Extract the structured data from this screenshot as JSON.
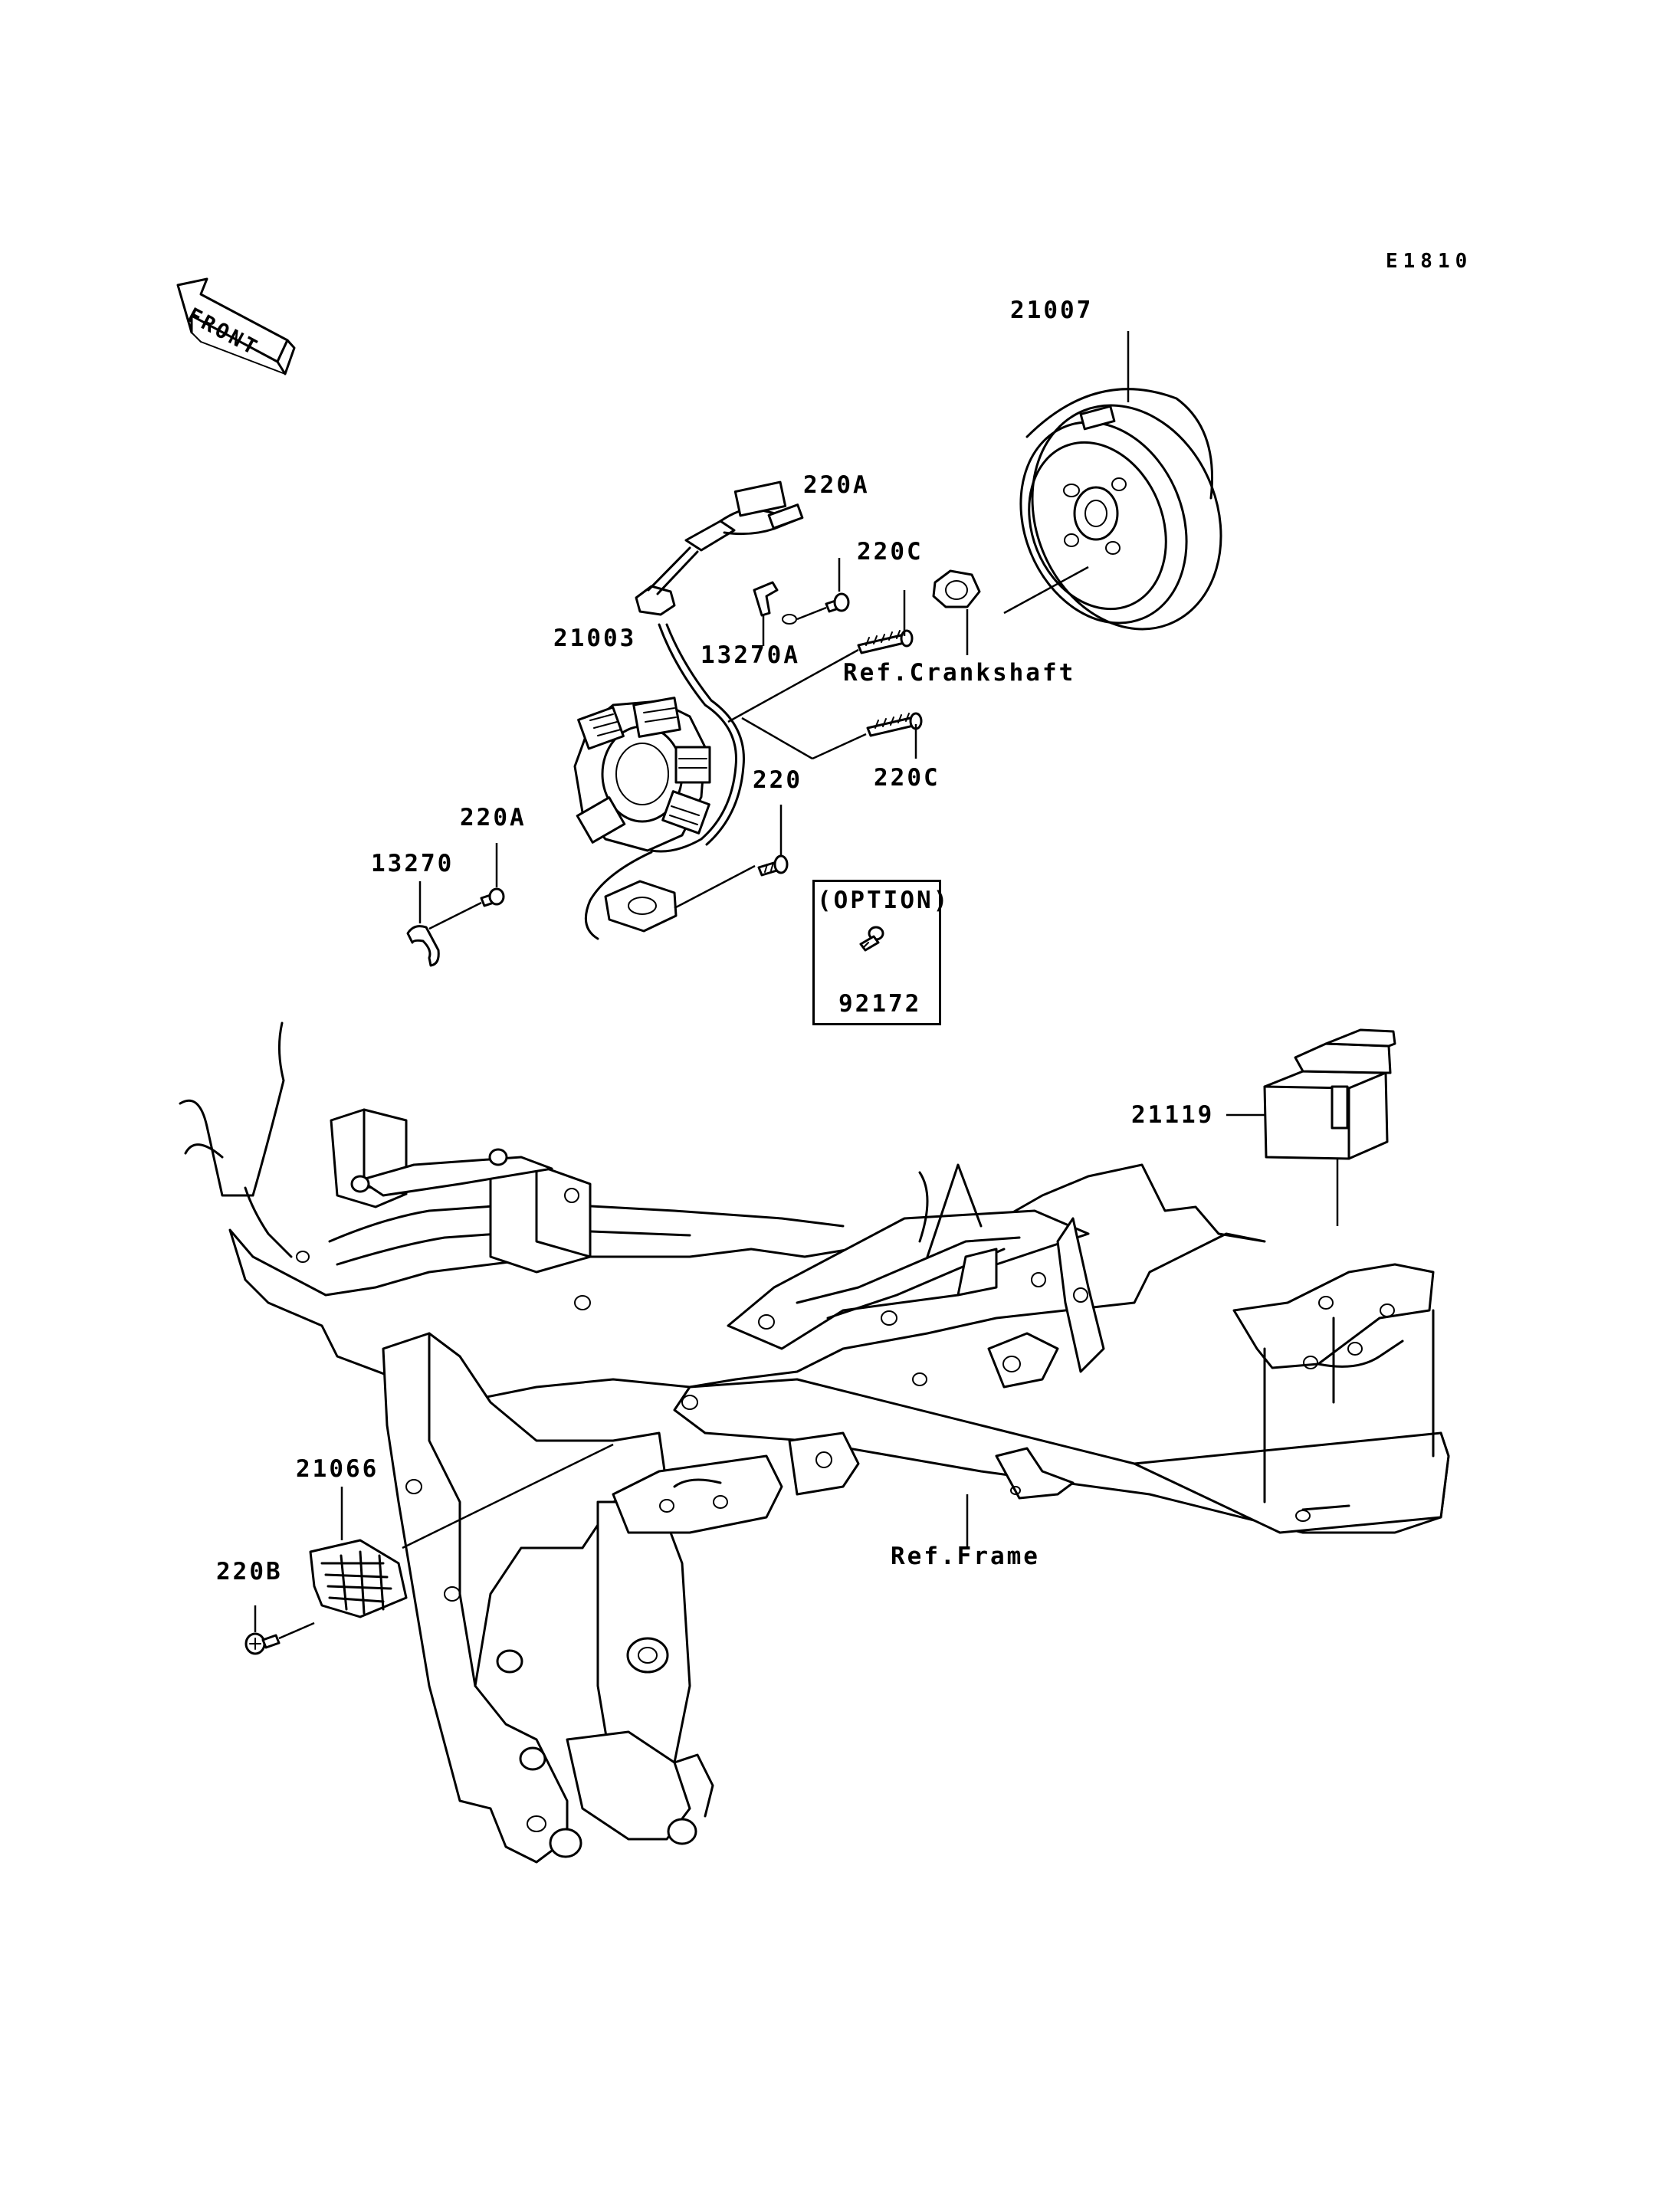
{
  "diagram": {
    "code": "E1810",
    "front_label": "FRONT",
    "option_label": "(OPTION)",
    "labels": {
      "p21007": "21007",
      "p220A_top": "220A",
      "p220C_top": "220C",
      "p13270A": "13270A",
      "p21003": "21003",
      "ref_crankshaft": "Ref.Crankshaft",
      "p220C_bottom": "220C",
      "p220": "220",
      "p220A_left": "220A",
      "p13270": "13270",
      "p92172": "92172",
      "p21119": "21119",
      "p21066": "21066",
      "p220B": "220B",
      "ref_frame": "Ref.Frame"
    }
  }
}
